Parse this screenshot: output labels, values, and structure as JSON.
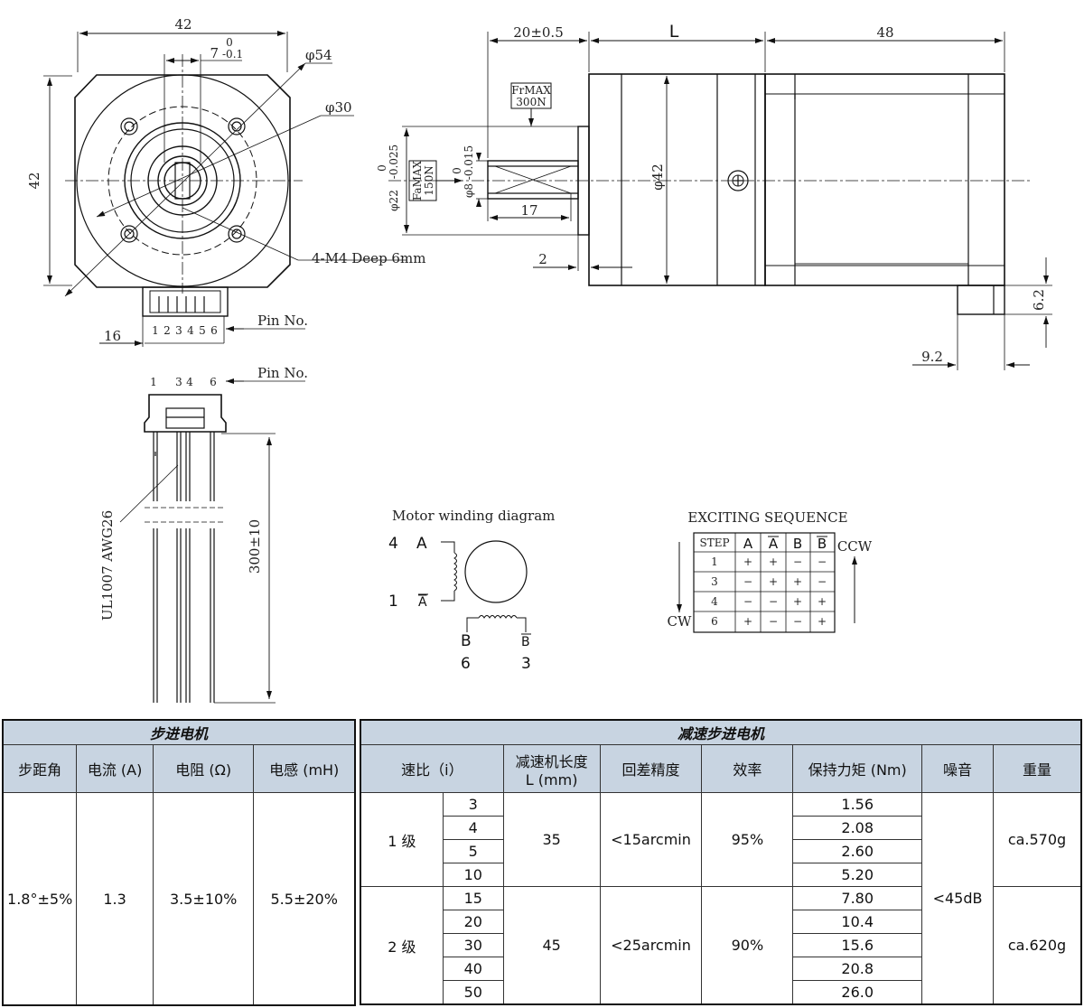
{
  "drawing": {
    "front": {
      "width_top": "42",
      "height_left": "42",
      "key_tol_top": "0",
      "key_tol_bottom": "-0.1",
      "key_nominal": "7",
      "phi54": "φ54",
      "phi30": "φ30",
      "holes": "4-M4 Deep 6mm",
      "pin_no": "Pin No.",
      "connector_offset": "16",
      "pins": [
        "1",
        "2",
        "3",
        "4",
        "5",
        "6"
      ]
    },
    "side": {
      "shaft_len": "20±0.5",
      "L": "L",
      "motor_len": "48",
      "frmax": "FrMAX",
      "frmax_val": "300N",
      "famax": "FaMAX",
      "famax_val": "150N",
      "phi22_tol_top": "0",
      "phi22_tol_bottom": "-0.025",
      "phi22": "φ22",
      "phi8_tol_top": "0",
      "phi8_tol_bottom": "-0.015",
      "phi8": "φ8",
      "key_len": "17",
      "phi42": "φ42",
      "flange": "2",
      "conn_h": "6.2",
      "conn_w": "9.2"
    },
    "cable": {
      "pin_no": "Pin No.",
      "pins_top": [
        "1",
        "3",
        "4",
        "6"
      ],
      "wire": "UL1007  AWG26",
      "length": "300±10"
    },
    "winding": {
      "title": "Motor winding diagram",
      "pin4": "4",
      "phase_a": "A",
      "pin1": "1",
      "phase_abar": "A",
      "phase_b": "B",
      "phase_bbar": "B",
      "pin6": "6",
      "pin3": "3"
    },
    "sequence": {
      "title": "EXCITING SEQUENCE",
      "headers": [
        "STEP",
        "A",
        "A",
        "B",
        "B"
      ],
      "rows": [
        [
          "1",
          "+",
          "+",
          "−",
          "−"
        ],
        [
          "3",
          "−",
          "+",
          "+",
          "−"
        ],
        [
          "4",
          "−",
          "−",
          "+",
          "+"
        ],
        [
          "6",
          "+",
          "−",
          "−",
          "+"
        ]
      ],
      "cw": "CW",
      "ccw": "CCW"
    }
  },
  "stepper": {
    "title": "步进电机",
    "headers": [
      "步距角",
      "电流 (A)",
      "电阻 (Ω)",
      "电感 (mH)"
    ],
    "values": [
      "1.8°±5%",
      "1.3",
      "3.5±10%",
      "5.5±20%"
    ]
  },
  "reducer": {
    "title": "减速步进电机",
    "headers": {
      "ratio": "速比（i）",
      "length_l1": "减速机长度",
      "length_l2": "L (mm)",
      "backlash": "回差精度",
      "efficiency": "效率",
      "torque": "保持力矩 (Nm)",
      "noise": "噪音",
      "weight": "重量"
    },
    "stages": [
      {
        "stage": "1 级",
        "length": "35",
        "backlash": "<15arcmin",
        "efficiency": "95%",
        "weight": "ca.570g",
        "rows": [
          {
            "i": "3",
            "torque": "1.56"
          },
          {
            "i": "4",
            "torque": "2.08"
          },
          {
            "i": "5",
            "torque": "2.60"
          },
          {
            "i": "10",
            "torque": "5.20"
          }
        ]
      },
      {
        "stage": "2 级",
        "length": "45",
        "backlash": "<25arcmin",
        "efficiency": "90%",
        "weight": "ca.620g",
        "rows": [
          {
            "i": "15",
            "torque": "7.80"
          },
          {
            "i": "20",
            "torque": "10.4"
          },
          {
            "i": "30",
            "torque": "15.6"
          },
          {
            "i": "40",
            "torque": "20.8"
          },
          {
            "i": "50",
            "torque": "26.0"
          }
        ]
      }
    ],
    "noise": "<45dB"
  }
}
